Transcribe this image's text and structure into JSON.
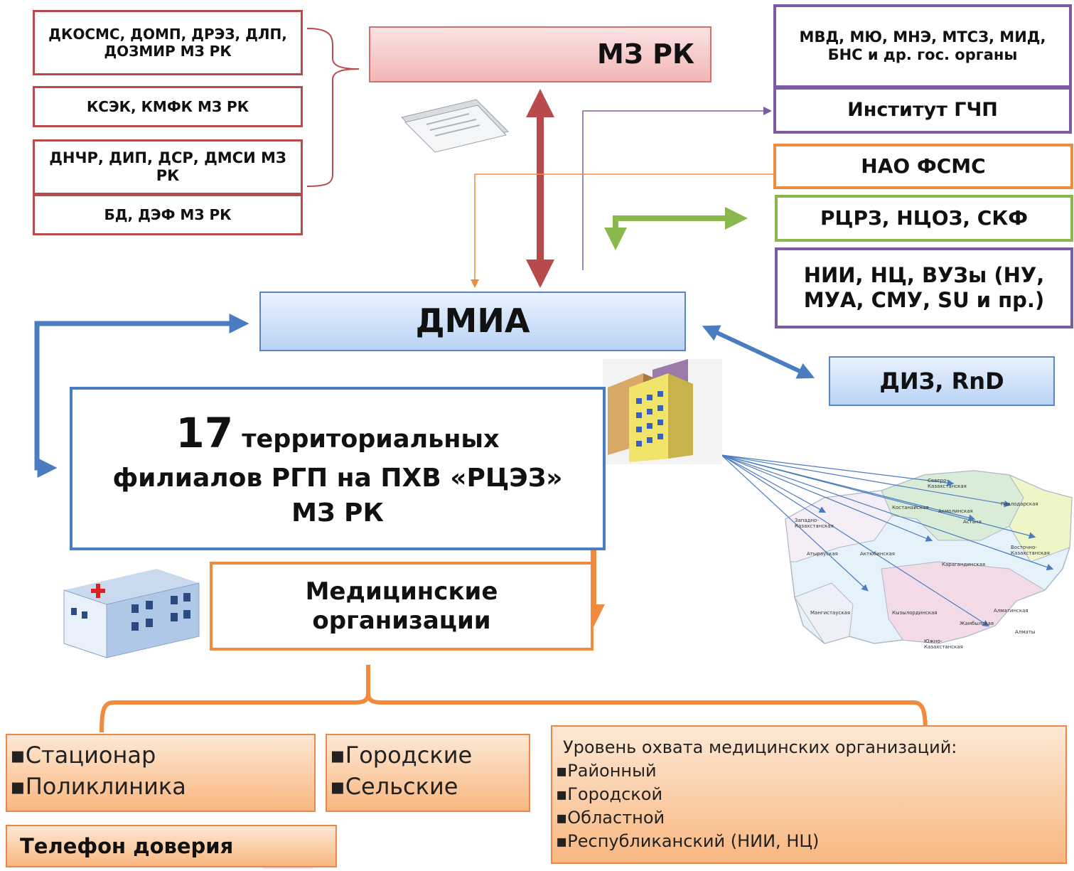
{
  "left_boxes": [
    "ДКОСМС, ДОМП, ДРЭЗ, ДЛП, ДОЗМИР МЗ РК",
    "КСЭК, КМФК МЗ РК",
    "ДНЧР, ДИП, ДСР, ДМСИ МЗ РК",
    "БД, ДЭФ МЗ РК"
  ],
  "mz_rk": "МЗ РК",
  "right_boxes": [
    "МВД, МЮ, МНЭ, МТСЗ, МИД, БНС и др. гос. органы",
    "Институт ГЧП",
    "НАО ФСМС",
    "РЦРЗ, НЦОЗ, СКФ",
    "НИИ, НЦ, ВУЗы (НУ, МУА, СМУ, SU и пр.)"
  ],
  "dmia": "ДМИА",
  "diz": "ДИЗ, RnD",
  "branches": {
    "number": "17",
    "line1": "территориальных",
    "line2": "филиалов РГП на ПХВ «РЦЭЗ»",
    "line3": "МЗ РК"
  },
  "med_org": "Медицинские организации",
  "type_items": [
    "▪Стационар",
    "▪Поликлиника"
  ],
  "location_items": [
    "▪Городские",
    "▪Сельские"
  ],
  "coverage": {
    "title": "Уровень охвата медицинских организаций:",
    "items": [
      "▪Районный",
      "▪Городской",
      "▪Областной",
      "▪Республиканский (НИИ, НЦ)"
    ]
  },
  "hotline": "Телефон доверия",
  "map_labels": [
    "Северо-Казахстанская",
    "Павлодарская",
    "Костанайская",
    "Акмолинская",
    "Астана",
    "Западно-Казахстанская",
    "Восточно-Казахстанская",
    "Атырауская",
    "Актюбинская",
    "Карагандинская",
    "Мангистауская",
    "Кызылординская",
    "Алматинская",
    "Жамбылская",
    "Алматы",
    "Южно-Казахстанская"
  ],
  "colors": {
    "red": "#b84a4c",
    "purple": "#7d5aa4",
    "orange": "#f08a3c",
    "green": "#8bb84d",
    "blue": "#4a7cc0"
  }
}
